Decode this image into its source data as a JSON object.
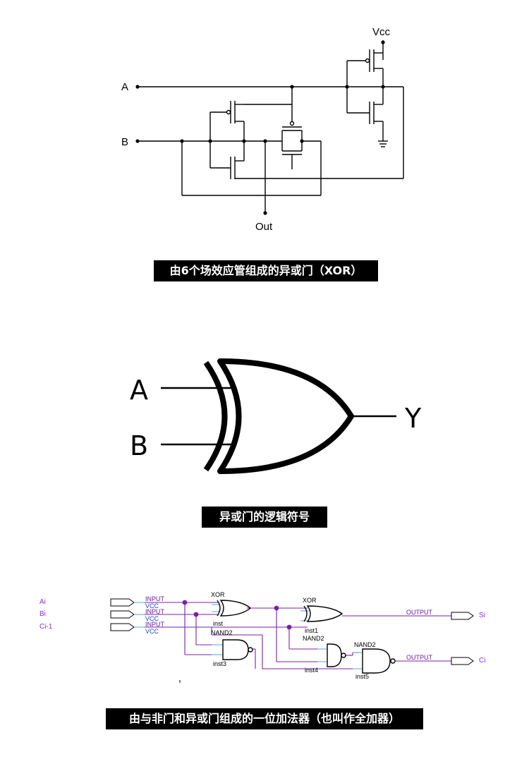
{
  "cmos": {
    "vcc": "Vcc",
    "a": "A",
    "b": "B",
    "out": "Out"
  },
  "captions": {
    "cmos": "由6个场效应管组成的异或门（XOR）",
    "symbol": "异或门的逻辑符号",
    "adder": "由与非门和异或门组成的一位加法器（也叫作全加器）"
  },
  "symbol": {
    "a": "A",
    "b": "B",
    "y": "Y"
  },
  "adder": {
    "inputs": [
      "Ai",
      "Bi",
      "Ci-1"
    ],
    "input_pin": "INPUT",
    "vcc_pin": "VCC",
    "output_pin": "OUTPUT",
    "outputs": [
      "Si",
      "Ci"
    ],
    "gate_xor": "XOR",
    "gate_nand": "NAND2",
    "inst": [
      "inst",
      "inst1",
      "inst3",
      "inst4",
      "inst5"
    ]
  },
  "colors": {
    "wire": "#000000",
    "adder_wire": "#7b1fa2",
    "adder_input_label": "#8a2be2",
    "vcc_label": "#1e3fd0",
    "caption_bg": "#000000",
    "caption_text": "#ffffff"
  }
}
